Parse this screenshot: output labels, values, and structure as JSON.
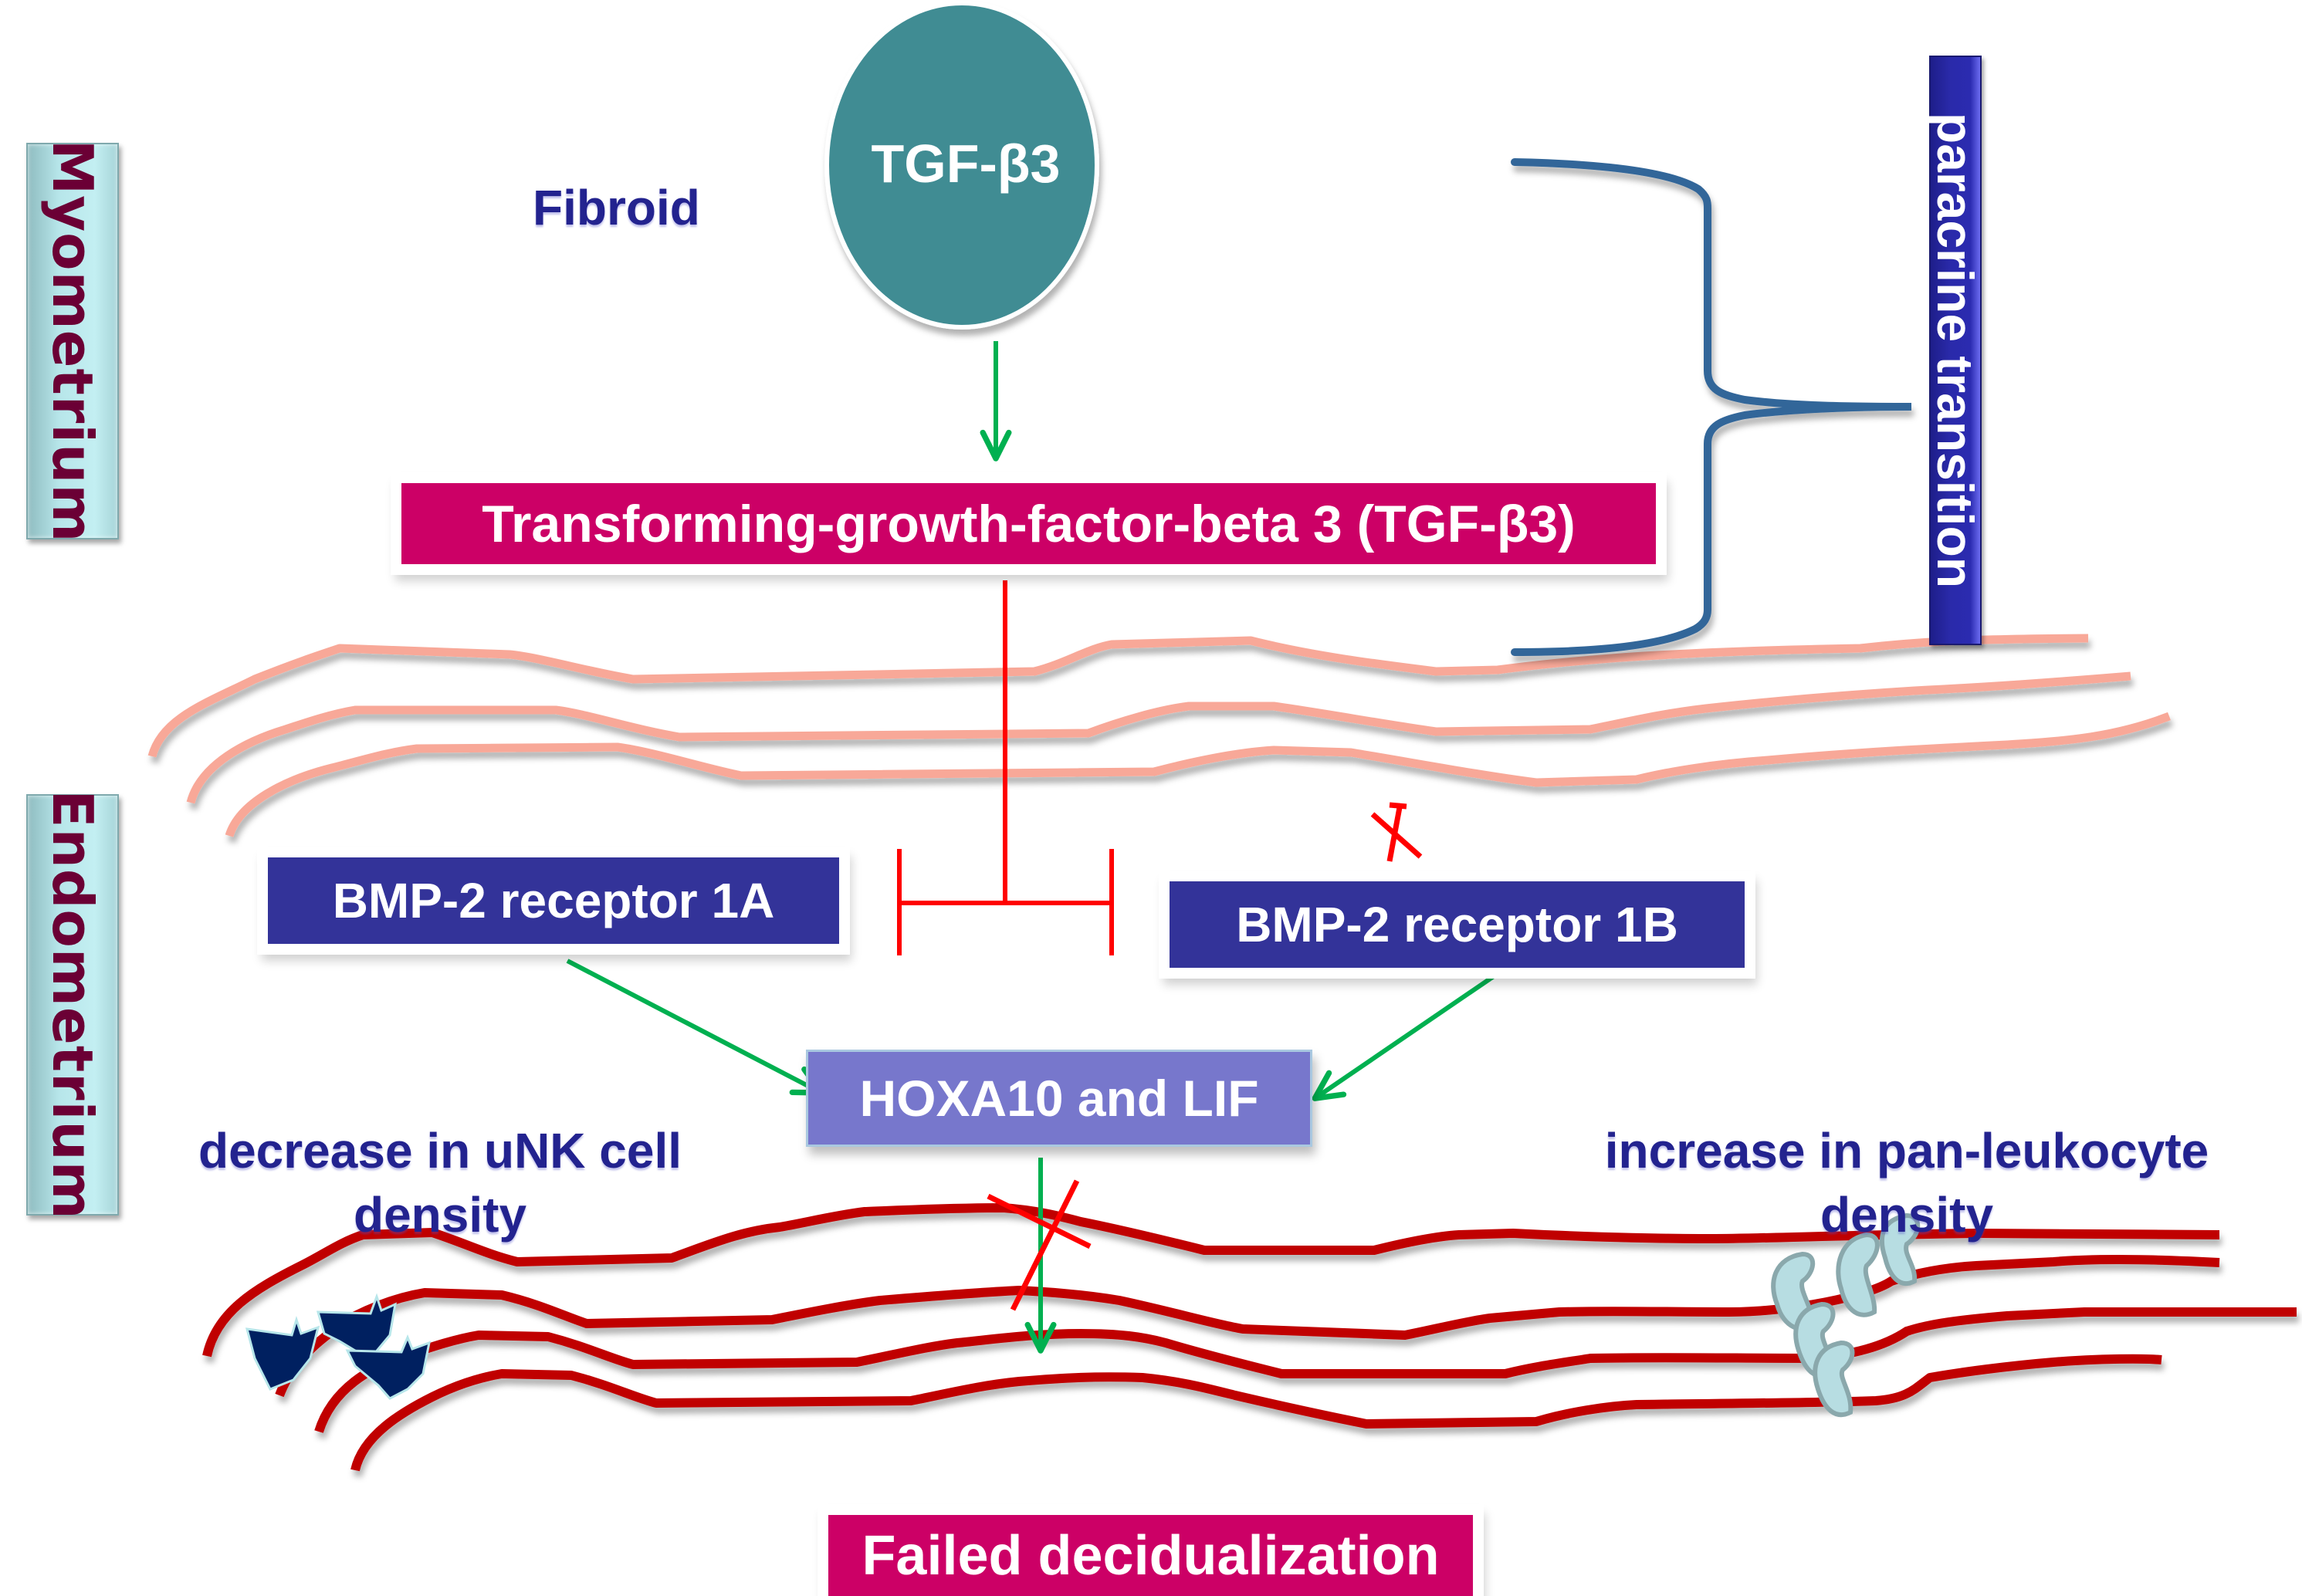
{
  "regions": {
    "myometrium": "Myometrium",
    "endometrium": "Endometrium"
  },
  "source_label": "Fibroid",
  "ligand_node": "TGF-β3",
  "ligand_full": "Transforming-growth-factor-beta 3 (TGF-β3)",
  "paracrine_label": "paracrine transition",
  "receptors": {
    "left": "BMP-2 receptor 1A",
    "right": "BMP-2 receptor 1B"
  },
  "target_genes": "HOXA10 and LIF",
  "outcome": "Failed decidualization",
  "annotations": {
    "left": [
      "decrease in uNK cell",
      "density"
    ],
    "right": [
      "increase in pan-leukocyte",
      "density"
    ]
  },
  "colors": {
    "ellipse": "#3f8c93",
    "activation_arrow": "#00b050",
    "inhibition": "#ff0000",
    "bracket": "#336699",
    "myometrium_tissue": "#f8a898",
    "endometrium_tissue": "#c00000",
    "unk_cell": "#002060",
    "leukocyte": "#b7dde2"
  }
}
